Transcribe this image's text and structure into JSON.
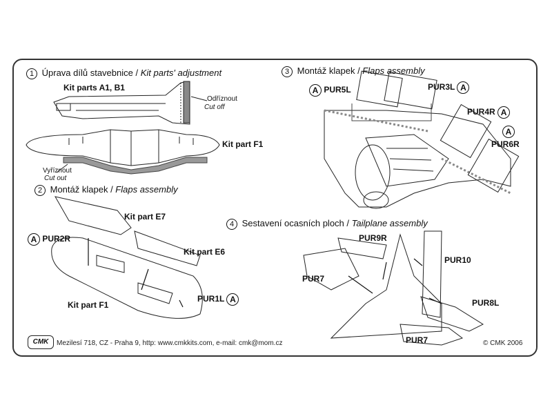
{
  "sections": {
    "s1": {
      "num": "1",
      "title_cz": "Úprava dílů stavebnice",
      "title_en": "Kit parts' adjustment"
    },
    "s2": {
      "num": "2",
      "title_cz": "Montáž klapek",
      "title_en": "Flaps assembly"
    },
    "s3": {
      "num": "3",
      "title_cz": "Montáž klapek",
      "title_en": "Flaps assembly"
    },
    "s4": {
      "num": "4",
      "title_cz": "Sestavení ocasních ploch",
      "title_en": "Tailplane assembly"
    }
  },
  "separator": " / ",
  "labels": {
    "kit_parts_a1b1": "Kit parts A1, B1",
    "odriznout": "Odříznout",
    "cut_off": "Cut off",
    "kit_part_f1_top": "Kit part F1",
    "vyriznout": "Vyříznout",
    "cut_out": "Cut out",
    "kit_part_e7": "Kit part E7",
    "kit_part_e6": "Kit part E6",
    "kit_part_f1_bottom": "Kit part F1",
    "pur2r": "PUR2R",
    "pur1l": "PUR1L",
    "pur5l": "PUR5L",
    "pur3l": "PUR3L",
    "pur4r": "PUR4R",
    "pur6r": "PUR6R",
    "pur9r": "PUR9R",
    "pur10": "PUR10",
    "pur7_left": "PUR7",
    "pur8l": "PUR8L",
    "pur7_bottom": "PUR7",
    "circle_a": "A"
  },
  "footer": {
    "logo": "CMK",
    "address": "Mezilesí 718, CZ - Praha 9,  http: www.cmkkits.com, e-mail: cmk@mom.cz",
    "copyright": "© CMK 2006"
  }
}
